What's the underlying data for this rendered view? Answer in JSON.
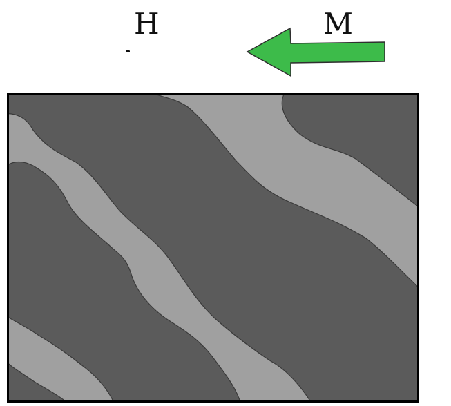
{
  "labels": {
    "h": "H",
    "m": "M"
  },
  "arrow": {
    "direction": "left",
    "fill_color": "#3dbb4a",
    "stroke_color": "#2f2f2f"
  },
  "domain_panel": {
    "dark_color": "#5b5b5b",
    "light_color": "#a0a0a0",
    "border_color": "#000000",
    "stripe_orientation": "diagonal"
  }
}
